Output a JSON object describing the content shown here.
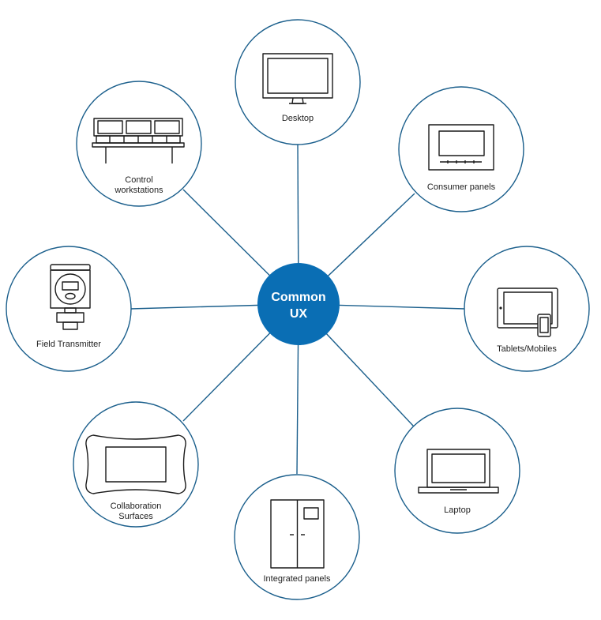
{
  "colors": {
    "hub": "#0a6eb4",
    "spoke": "#1b5f8c",
    "ring": "#1b5f8c",
    "icon": "#1a1a1a"
  },
  "hub": {
    "line1": "Common",
    "line2": "UX"
  },
  "nodes": [
    {
      "id": "desktop",
      "icon": "monitor-icon",
      "label_lines": [
        "Desktop"
      ]
    },
    {
      "id": "consumer-panels",
      "icon": "consumer-panel-icon",
      "label_lines": [
        "Consumer panels"
      ]
    },
    {
      "id": "tablets-mobiles",
      "icon": "tablet-mobile-icon",
      "label_lines": [
        "Tablets/Mobiles"
      ]
    },
    {
      "id": "laptop",
      "icon": "laptop-icon",
      "label_lines": [
        "Laptop"
      ]
    },
    {
      "id": "integrated-panels",
      "icon": "cabinet-icon",
      "label_lines": [
        "Integrated panels"
      ]
    },
    {
      "id": "collaboration-surfaces",
      "icon": "collaboration-surface-icon",
      "label_lines": [
        "Collaboration",
        "Surfaces"
      ]
    },
    {
      "id": "field-transmitter",
      "icon": "field-transmitter-icon",
      "label_lines": [
        "Field Transmitter"
      ]
    },
    {
      "id": "control-workstations",
      "icon": "control-workstation-icon",
      "label_lines": [
        "Control",
        "workstations"
      ]
    }
  ]
}
